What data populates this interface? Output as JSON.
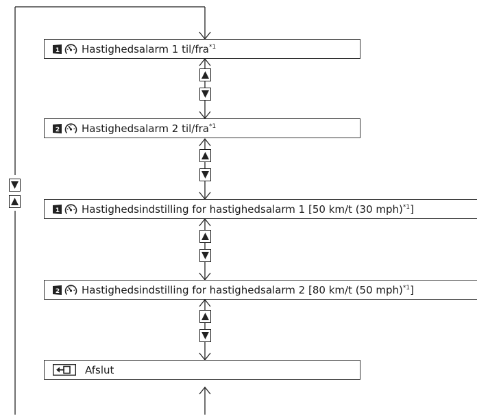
{
  "flow": {
    "items": [
      {
        "display": "1",
        "label": "Hastighedsalarm 1 til/fra",
        "note": "*1"
      },
      {
        "display": "2",
        "label": "Hastighedsalarm 2 til/fra",
        "note": "*1"
      },
      {
        "display": "1",
        "label": "Hastighedsindstilling for hastighedsalarm 1 [50 km/t (30 mph)",
        "note": "*1",
        "suffix": "]"
      },
      {
        "display": "2",
        "label": "Hastighedsindstilling for hastighedsalarm 2 [80 km/t (50 mph)",
        "note": "*1",
        "suffix": "]"
      },
      {
        "label": "Afslut"
      }
    ],
    "icons": {
      "display_icon": "display-number-icon",
      "speedometer_icon": "speedometer-icon",
      "exit_icon": "exit-return-icon",
      "up_button": "up-arrow-button",
      "down_button": "down-arrow-button"
    }
  }
}
